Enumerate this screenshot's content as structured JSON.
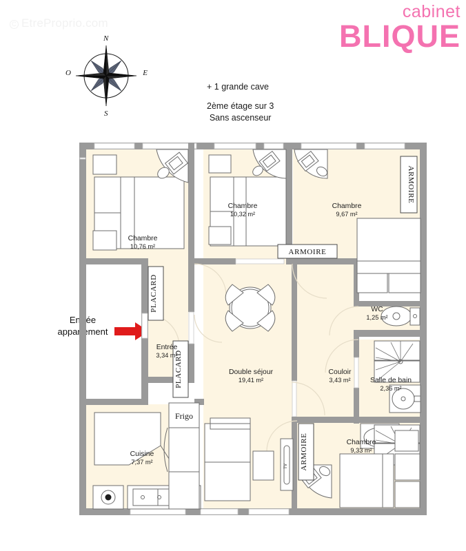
{
  "watermark": {
    "symbol": "C",
    "text": "EtreProprio.com"
  },
  "logo": {
    "line1": "cabinet",
    "line2": "BLIQUE",
    "color": "#f472b0"
  },
  "compass": {
    "north": "N",
    "south": "S",
    "east": "E",
    "west": "O"
  },
  "notes": {
    "cave": "+ 1 grande cave",
    "etage": "2ème étage sur 3",
    "ascenseur": "Sans ascenseur"
  },
  "entrance_callout": {
    "line1": "Entrée",
    "line2": "appartement",
    "arrow_color": "#e01b1b"
  },
  "plan": {
    "colors": {
      "room_fill": "#fdf5e2",
      "wall": "#9a9a9a",
      "wall_light": "#cfcfcf",
      "furniture_stroke": "#6d6d6d",
      "furniture_fill": "#ffffff",
      "window": "#ffffff",
      "door_arc": "#e8e0cd"
    },
    "rooms": [
      {
        "id": "chambre1",
        "name": "Chambre",
        "area": "10,76 m²"
      },
      {
        "id": "chambre2",
        "name": "Chambre",
        "area": "10,32 m²"
      },
      {
        "id": "chambre3",
        "name": "Chambre",
        "area": "9,67 m²"
      },
      {
        "id": "entree",
        "name": "Entrée",
        "area": "3,34 m²"
      },
      {
        "id": "double-sejour",
        "name": "Double séjour",
        "area": "19,41 m²"
      },
      {
        "id": "couloir",
        "name": "Couloir",
        "area": "3,43 m²"
      },
      {
        "id": "wc",
        "name": "WC",
        "area": "1,25 m²"
      },
      {
        "id": "salle-de-bain",
        "name": "Salle de bain",
        "area": "2,36 m²"
      },
      {
        "id": "cuisine",
        "name": "Cuisine",
        "area": "7,37 m²"
      },
      {
        "id": "chambre4",
        "name": "Chambre",
        "area": "9,33 m²"
      }
    ],
    "cabinets": [
      {
        "id": "armoire-top-right",
        "label": "ARMOIRE",
        "orientation": "vertical"
      },
      {
        "id": "armoire-center",
        "label": "ARMOIRE",
        "orientation": "horizontal"
      },
      {
        "id": "armoire-sejour",
        "label": "ARMOIRE",
        "orientation": "vertical"
      },
      {
        "id": "placard-north",
        "label": "PLACARD",
        "orientation": "vertical"
      },
      {
        "id": "placard-south",
        "label": "PLACARD",
        "orientation": "vertical"
      }
    ],
    "appliances": [
      {
        "id": "frigo",
        "label": "Frigo"
      },
      {
        "id": "tv",
        "label": "TV"
      }
    ]
  }
}
